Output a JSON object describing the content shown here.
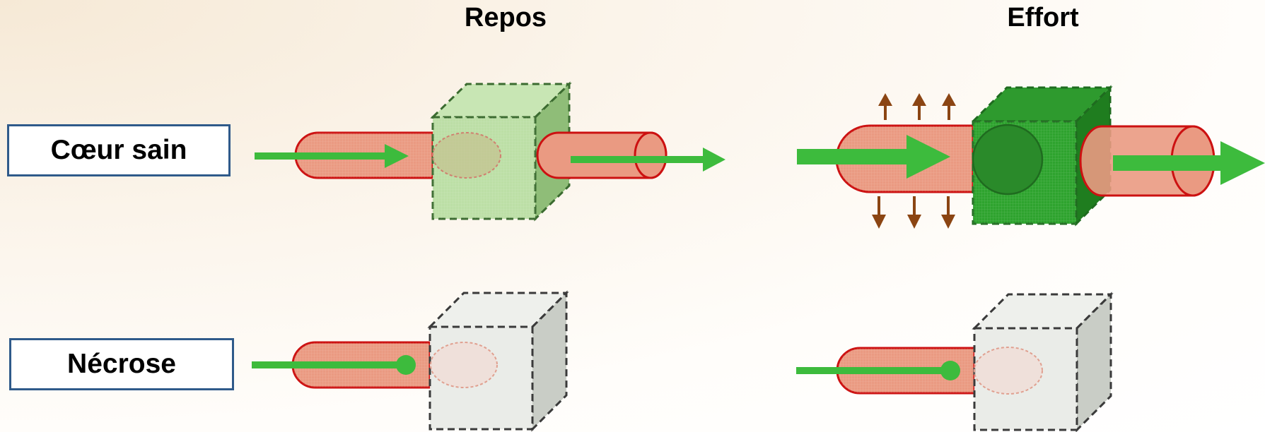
{
  "columns": {
    "rest": "Repos",
    "effort": "Effort"
  },
  "rows": {
    "healthy": "Cœur sain",
    "necrosis": "Nécrose"
  },
  "colors": {
    "vessel_fill": "#ea9a82",
    "vessel_stroke": "#cc1111",
    "flow_arrow": "#3dbb3d",
    "cube_healthy_rest": "#b6dca0",
    "cube_healthy_effort": "#2ea32e",
    "cube_necrosis": "#e8ebe6",
    "dilation_arrow": "#8b4513",
    "label_border": "#2f5a8a"
  }
}
